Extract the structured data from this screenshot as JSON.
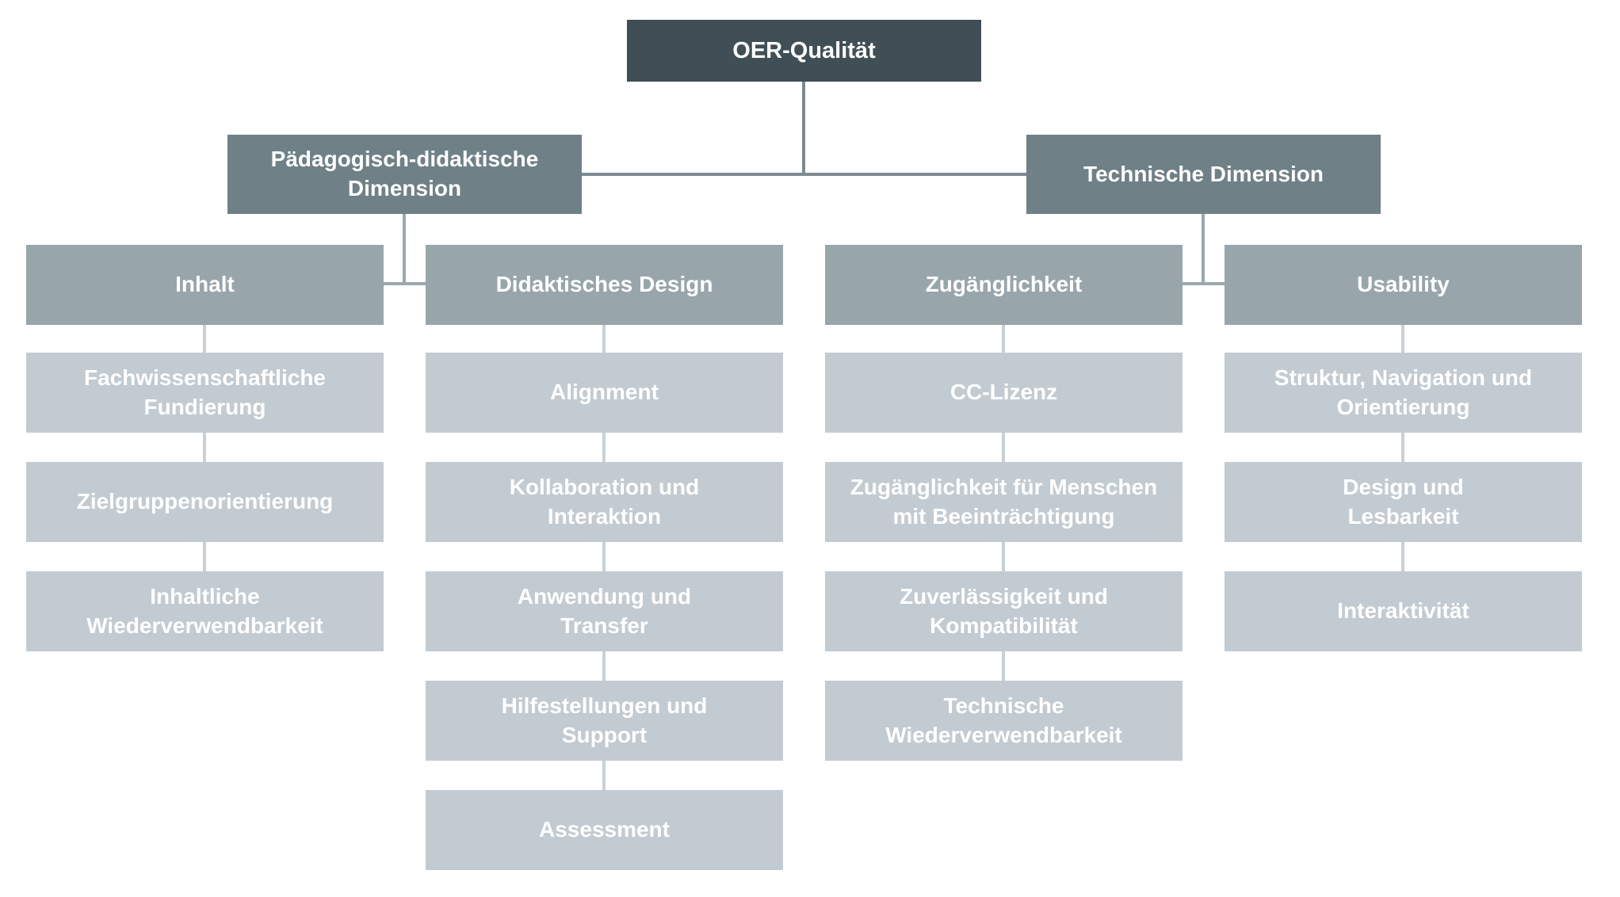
{
  "diagram": {
    "title": "OER-Qualität Hierarchie",
    "root": {
      "label": "OER-Qualität"
    },
    "branches": [
      {
        "label": "Pädagogisch-didaktische\nDimension"
      },
      {
        "label": "Technische Dimension"
      }
    ],
    "columns": [
      {
        "header": "Inhalt",
        "items": [
          {
            "label": "Fachwissenschaftliche\nFundierung"
          },
          {
            "label": "Zielgruppenorientierung"
          },
          {
            "label": "Inhaltliche\nWiederverwendbarkeit"
          }
        ]
      },
      {
        "header": "Didaktisches Design",
        "items": [
          {
            "label": "Alignment"
          },
          {
            "label": "Kollaboration und\nInteraktion"
          },
          {
            "label": "Anwendung und\nTransfer"
          },
          {
            "label": "Hilfestellungen und\nSupport"
          },
          {
            "label": "Assessment"
          }
        ]
      },
      {
        "header": "Zugänglichkeit",
        "items": [
          {
            "label": "CC-Lizenz"
          },
          {
            "label": "Zugänglichkeit für Menschen\nmit Beeinträchtigung"
          },
          {
            "label": "Zuverlässigkeit und\nKompatibilität"
          },
          {
            "label": "Technische\nWiederverwendbarkeit"
          }
        ]
      },
      {
        "header": "Usability",
        "items": [
          {
            "label": "Struktur, Navigation und\nOrientierung"
          },
          {
            "label": "Design und\nLesbarkeit"
          },
          {
            "label": "Interaktivität"
          }
        ]
      }
    ],
    "colors": {
      "root_bg": "#3F4F55",
      "branch_bg": "#6F8086",
      "header_bg": "#98A5AB",
      "item_bg": "#C2CBD1",
      "line_dark": "#7B8B92",
      "line_mid": "#9BA8AE",
      "line_light": "#C9D1D6",
      "text": "#FFFFFF"
    }
  }
}
